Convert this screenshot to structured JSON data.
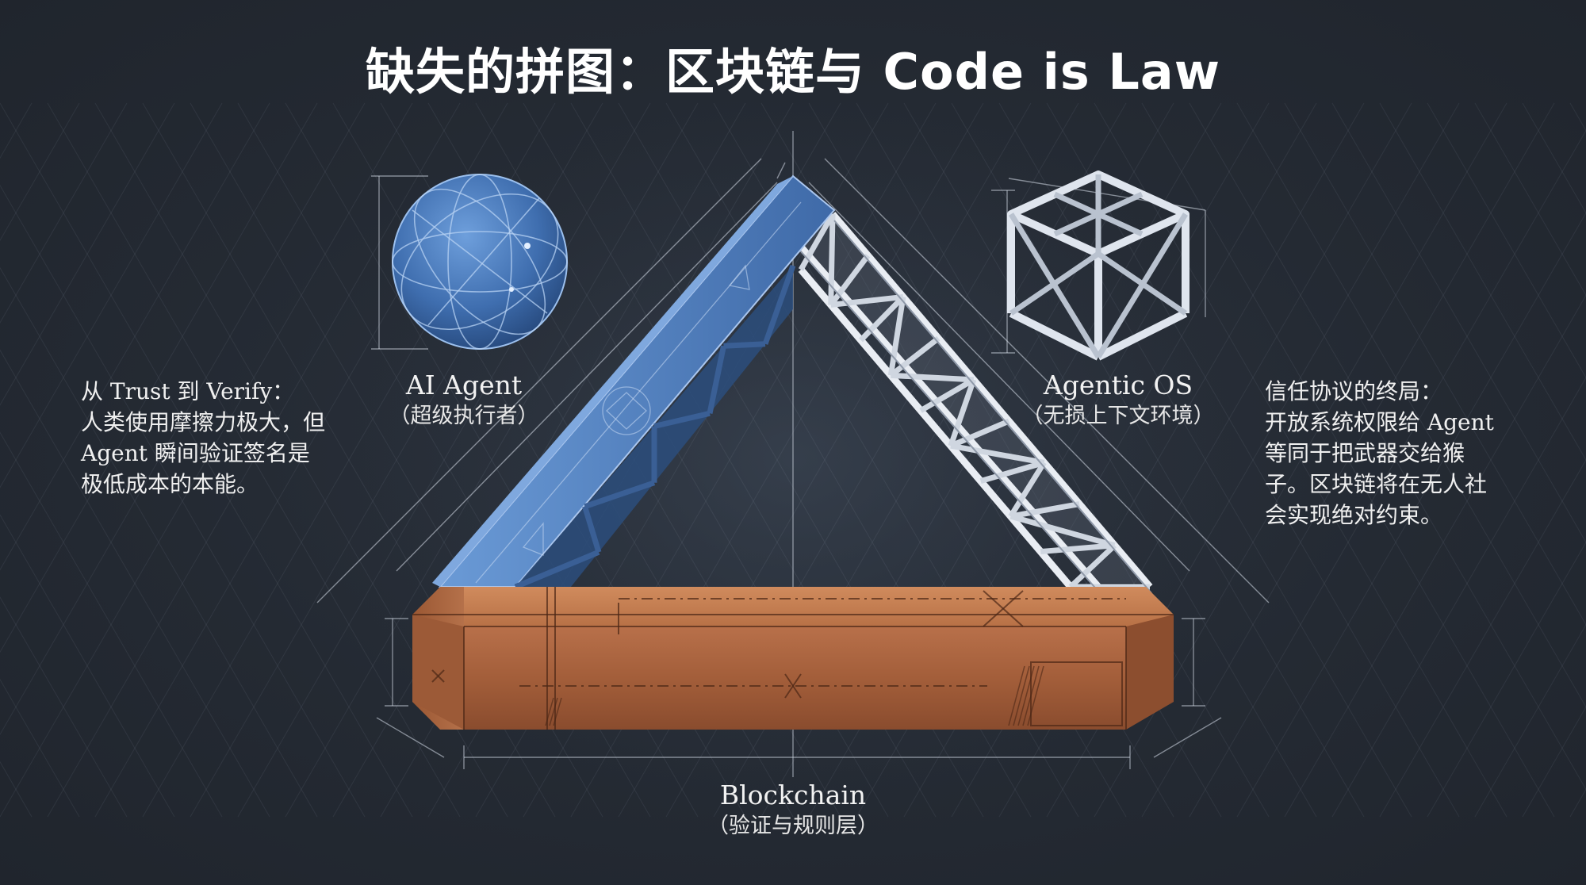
{
  "title": "缺失的拼图：区块链与 Code is Law",
  "nodes": {
    "ai_agent": {
      "name": "AI Agent",
      "subtitle": "（超级执行者）"
    },
    "agentic_os": {
      "name": "Agentic OS",
      "subtitle": "（无损上下文环境）"
    },
    "blockchain": {
      "name": "Blockchain",
      "subtitle": "（验证与规则层）"
    }
  },
  "left_note": {
    "lines": [
      "从 Trust 到 Verify：",
      "人类使用摩擦力极大，但",
      "Agent 瞬间验证签名是",
      "极低成本的本能。"
    ]
  },
  "right_note": {
    "lines": [
      "信任协议的终局：",
      "开放系统权限给 Agent",
      "等同于把武器交给猴",
      "子。区块链将在无人社",
      "会实现绝对约束。"
    ]
  },
  "colors": {
    "background": "#252b35",
    "blue_beam": "#4f7fc0",
    "white_beam": "#dde3ec",
    "copper_beam": "#b46f47",
    "blueprint_line": "#c8d2e0"
  }
}
